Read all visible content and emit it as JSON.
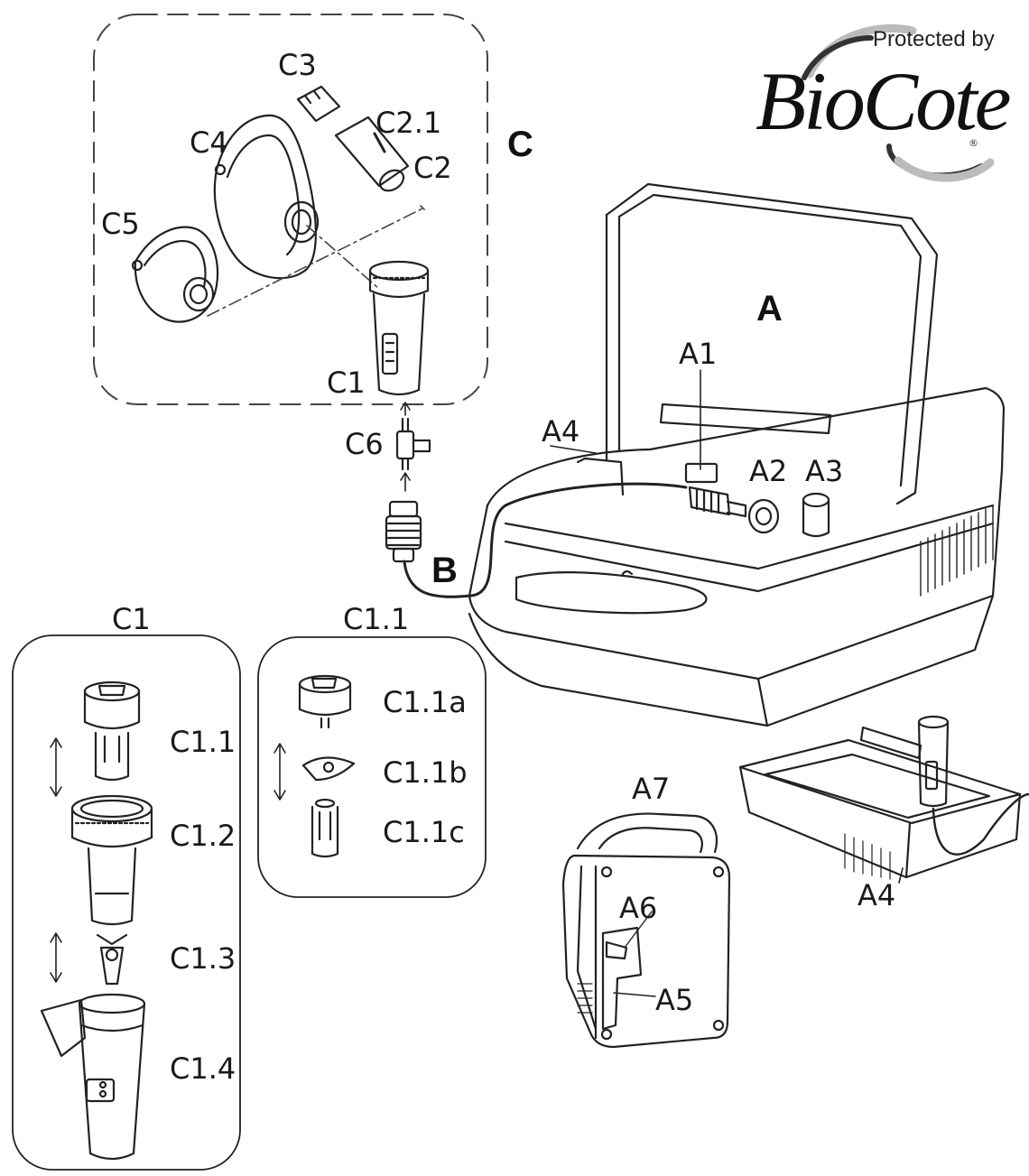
{
  "logo": {
    "tagline": "Protected by",
    "brand": "BioCote",
    "registered": "®"
  },
  "sections": {
    "C": "C",
    "A": "A",
    "B": "B"
  },
  "labels": {
    "C1": "C1",
    "C2": "C2",
    "C2_1": "C2.1",
    "C3": "C3",
    "C4": "C4",
    "C5": "C5",
    "C6": "C6",
    "A1": "A1",
    "A2": "A2",
    "A3": "A3",
    "A4_top": "A4",
    "A4_bottom": "A4",
    "A5": "A5",
    "A6": "A6",
    "A7": "A7"
  },
  "panel_c1": {
    "title": "C1",
    "parts": [
      "C1.1",
      "C1.2",
      "C1.3",
      "C1.4"
    ]
  },
  "panel_c11": {
    "title": "C1.1",
    "parts": [
      "C1.1a",
      "C1.1b",
      "C1.1c"
    ]
  }
}
